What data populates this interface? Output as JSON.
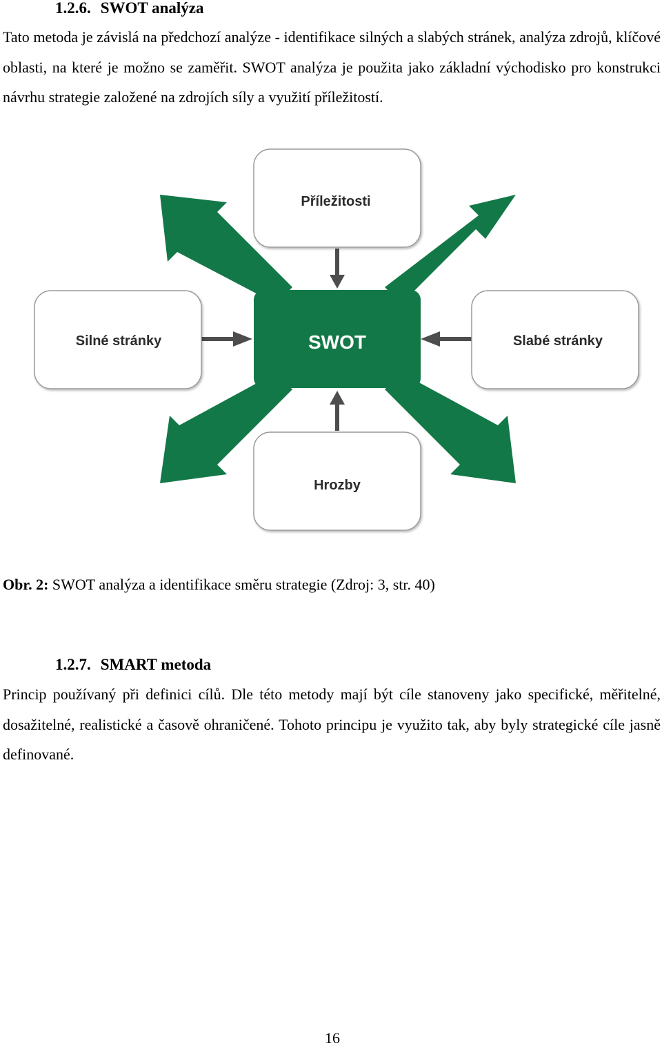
{
  "section1": {
    "number": "1.2.6.",
    "title": "SWOT analýza",
    "paragraph": "Tato metoda je závislá na předchozí analýze - identifikace silných a slabých stránek, analýza zdrojů, klíčové oblasti, na které je možno se zaměřit. SWOT analýza je použita jako základní východisko pro konstrukci návrhu strategie založené na zdrojích síly a využití příležitostí."
  },
  "diagram": {
    "center": "SWOT",
    "top": "Příležitosti",
    "left": "Silné stránky",
    "right": "Slabé stránky",
    "bottom": "Hrozby",
    "colors": {
      "accent": "#137847",
      "box_border": "#9a9a9a",
      "small_arrow": "#4d4d4d"
    }
  },
  "figure_caption": {
    "label": "Obr. 2:",
    "text": "SWOT analýza a identifikace směru strategie (Zdroj: 3, str. 40)"
  },
  "section2": {
    "number": "1.2.7.",
    "title": "SMART metoda",
    "paragraph": "Princip používaný při definici cílů. Dle této metody mají být cíle stanoveny jako specifické, měřitelné, dosažitelné, realistické a časově ohraničené. Tohoto principu je využito tak, aby byly strategické cíle jasně definované."
  },
  "page_number": "16"
}
